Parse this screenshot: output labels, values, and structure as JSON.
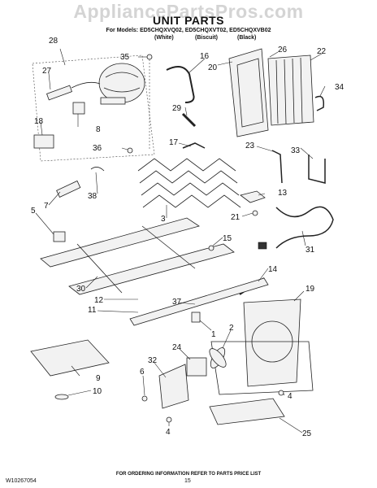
{
  "watermark": "AppliancePartsPros.com",
  "title": "UNIT PARTS",
  "models_line": "For Models: ED5CHQXVQ02, ED5CHQXVT02, ED5CHQXVB02",
  "colors": [
    "(White)",
    "(Biscuit)",
    "(Black)"
  ],
  "footer": "FOR ORDERING INFORMATION REFER TO PARTS PRICE LIST",
  "doc_number": "W10267054",
  "page_number": "15",
  "callouts": [
    "35",
    "16",
    "20",
    "26",
    "22",
    "28",
    "27",
    "34",
    "18",
    "8",
    "29",
    "36",
    "17",
    "33",
    "23",
    "13",
    "21",
    "3",
    "7",
    "38",
    "5",
    "15",
    "31",
    "14",
    "30",
    "12",
    "19",
    "37",
    "11",
    "1",
    "2",
    "32",
    "24",
    "6",
    "9",
    "10",
    "4",
    "4",
    "25"
  ]
}
